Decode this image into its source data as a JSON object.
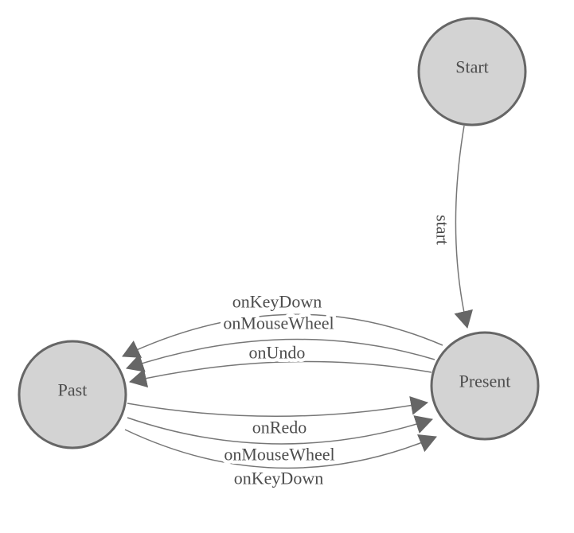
{
  "diagram": {
    "type": "finite-state-machine",
    "colors": {
      "background": "#ffffff",
      "node_fill": "#d3d3d3",
      "node_stroke": "#666666",
      "edge_line": "#767676",
      "arrow_fill": "#666666",
      "label_text": "#4d4d4d"
    },
    "nodes": [
      {
        "id": "start",
        "label": "Start"
      },
      {
        "id": "present",
        "label": "Present"
      },
      {
        "id": "past",
        "label": "Past"
      }
    ],
    "edges": [
      {
        "id": "start-to-present",
        "label": "start",
        "from": "Start",
        "to": "Present"
      },
      {
        "id": "present-to-past-onkeydown",
        "label": "onKeyDown",
        "from": "Present",
        "to": "Past"
      },
      {
        "id": "present-to-past-onmousewheel",
        "label": "onMouseWheel",
        "from": "Present",
        "to": "Past"
      },
      {
        "id": "present-to-past-onundo",
        "label": "onUndo",
        "from": "Present",
        "to": "Past"
      },
      {
        "id": "past-to-present-onredo",
        "label": "onRedo",
        "from": "Past",
        "to": "Present"
      },
      {
        "id": "past-to-present-onmousewheel",
        "label": "onMouseWheel",
        "from": "Past",
        "to": "Present"
      },
      {
        "id": "past-to-present-onkeydown",
        "label": "onKeyDown",
        "from": "Past",
        "to": "Present"
      }
    ]
  }
}
